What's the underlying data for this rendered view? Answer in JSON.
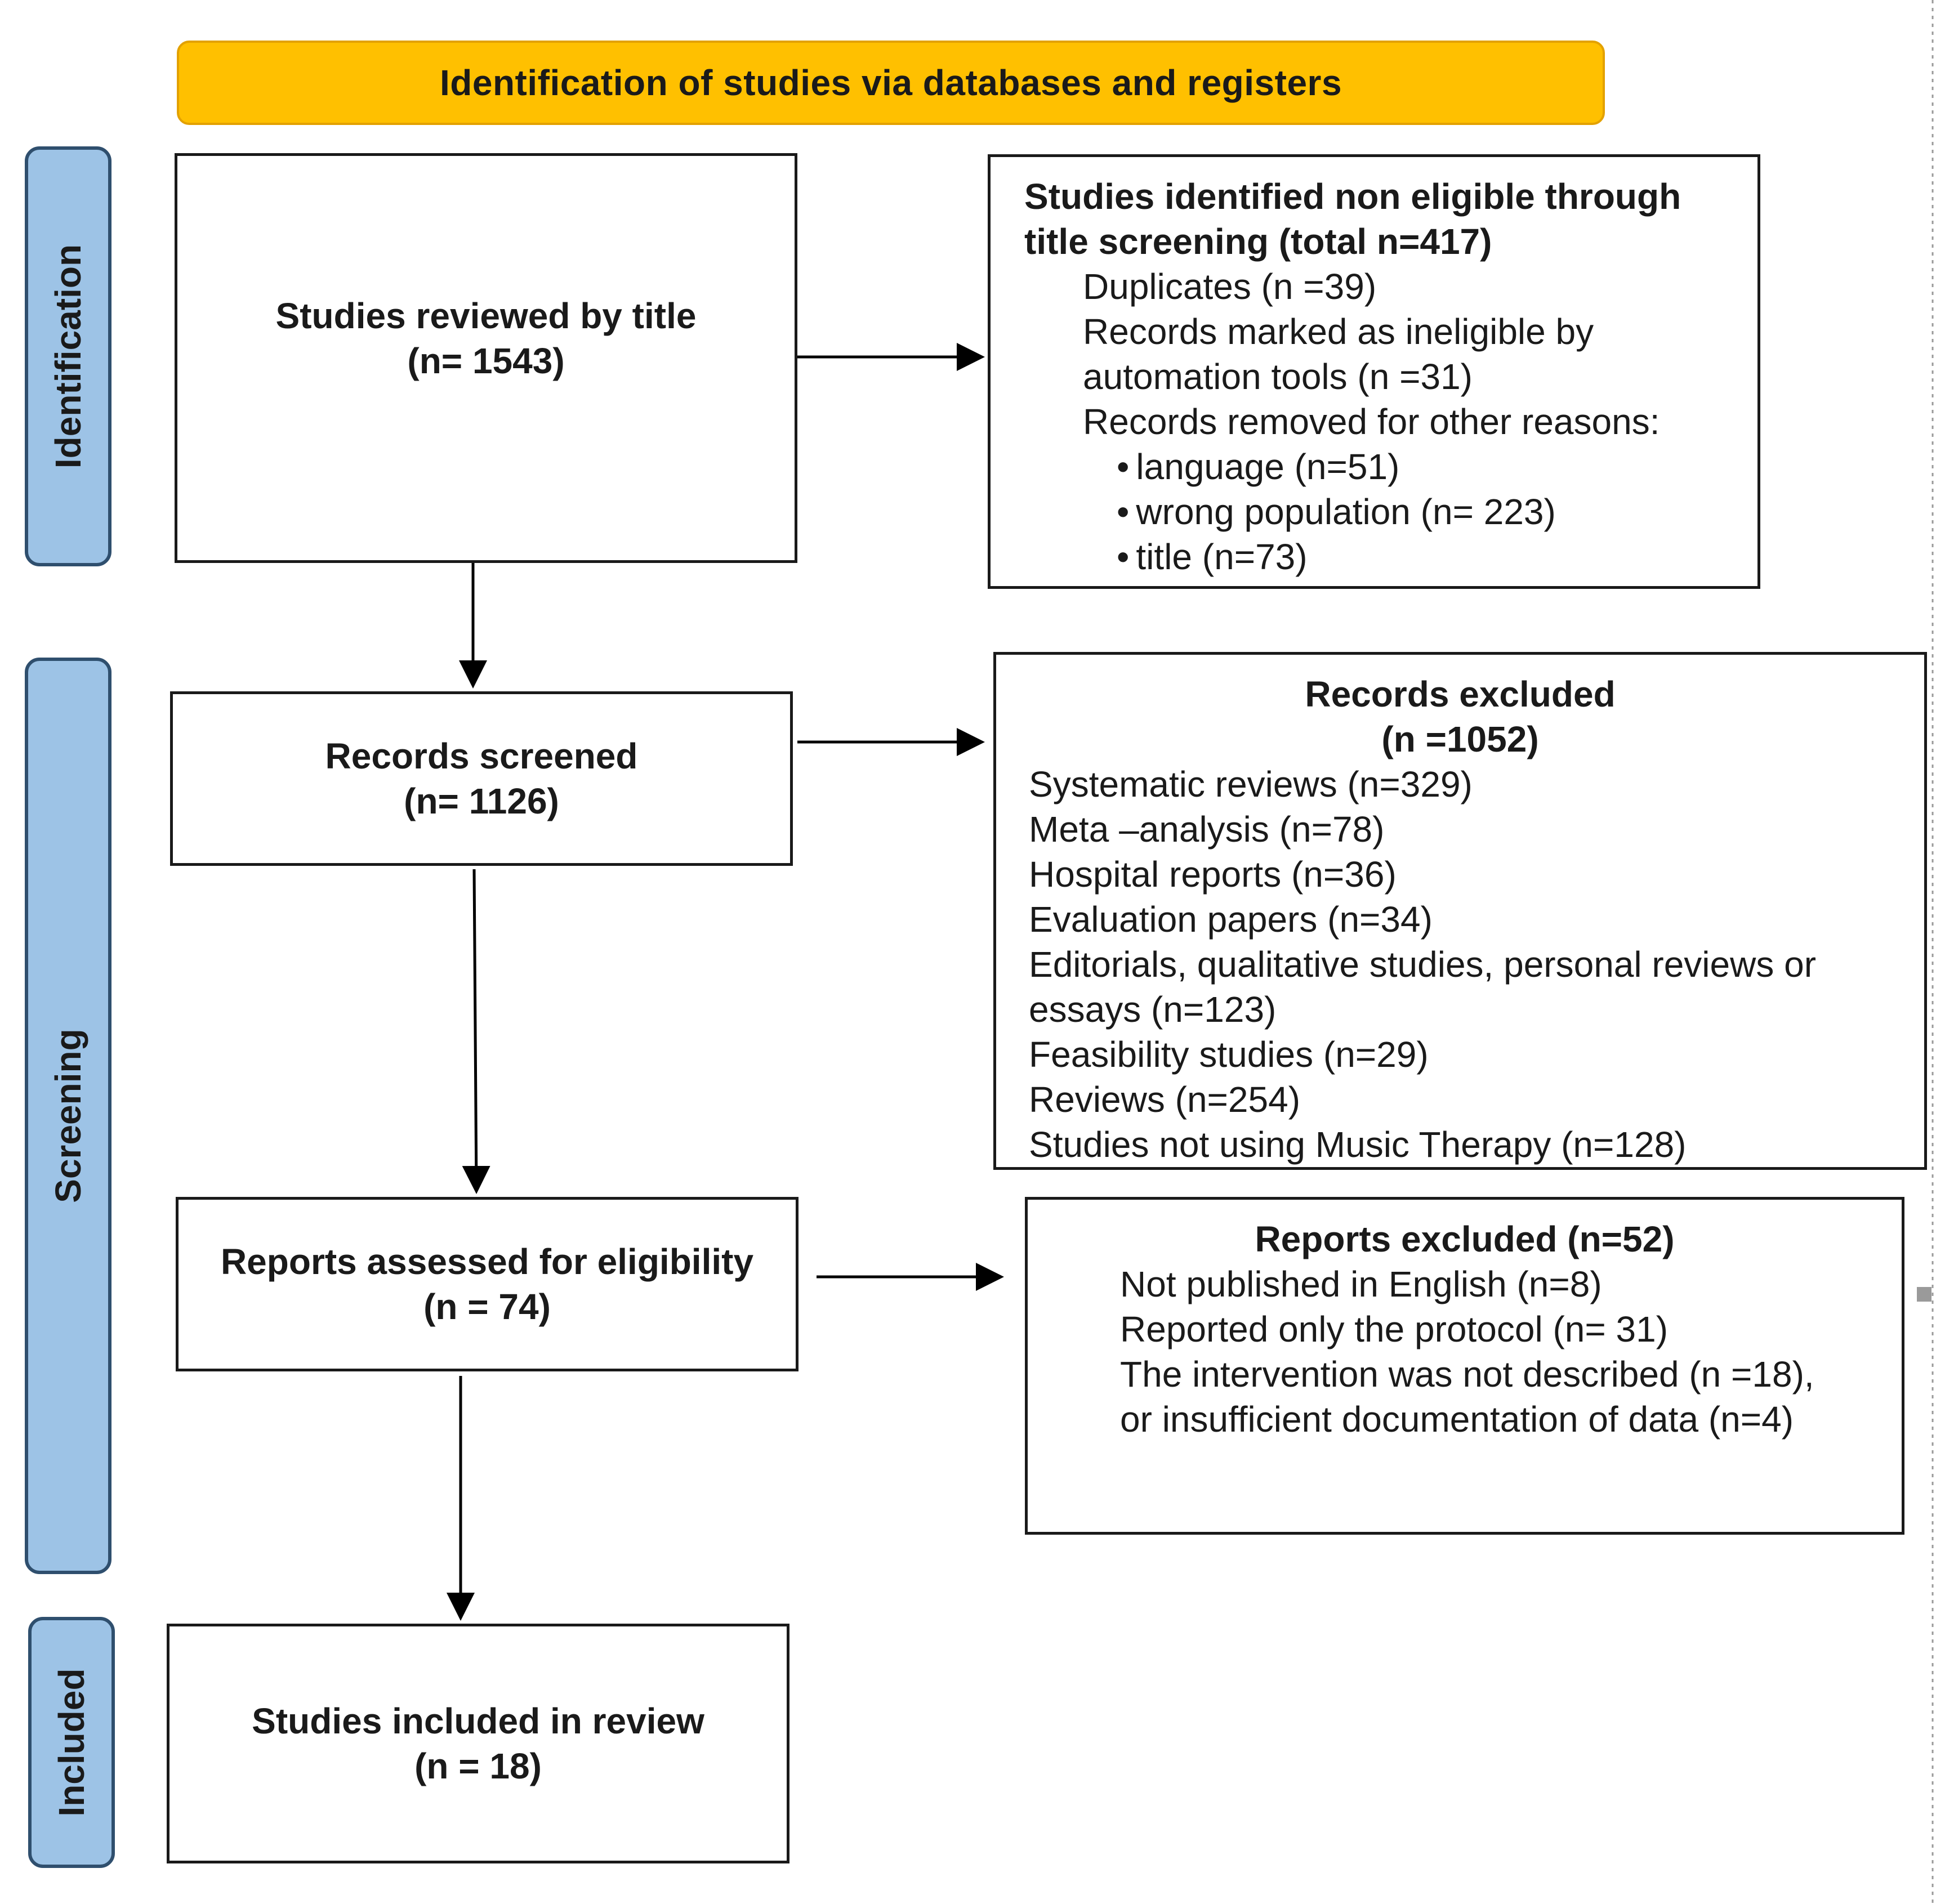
{
  "header": {
    "title": "Identification of studies via databases and registers"
  },
  "phases": {
    "identification": "Identification",
    "screening": "Screening",
    "included": "Included"
  },
  "flow": {
    "reviewed": {
      "label": "Studies reviewed by title",
      "count": "(n= 1543)"
    },
    "screened": {
      "label": "Records screened",
      "count": "(n= 1126)"
    },
    "assessed": {
      "label": "Reports assessed for eligibility",
      "count": "(n = 74)"
    },
    "included": {
      "label": "Studies included in review",
      "count": "(n = 18)"
    }
  },
  "title_exclusions": {
    "title_line1": "Studies identified non eligible through",
    "title_line2": "title screening (total n=417)",
    "items": [
      "Duplicates (n =39)",
      "Records marked as ineligible by",
      "automation tools (n =31)",
      "Records removed for other reasons:"
    ],
    "bullets": [
      "language (n=51)",
      "wrong population (n= 223)",
      "title (n=73)"
    ]
  },
  "records_excluded": {
    "title": "Records excluded",
    "count": "(n =1052)",
    "items": [
      "Systematic reviews (n=329)",
      "Meta –analysis (n=78)",
      "Hospital reports (n=36)",
      "Evaluation papers (n=34)",
      "Editorials, qualitative studies, personal reviews or",
      "essays (n=123)",
      "Feasibility studies (n=29)",
      "Reviews (n=254)",
      "Studies not using Music Therapy (n=128)"
    ]
  },
  "reports_excluded": {
    "title": "Reports excluded (n=52)",
    "items": [
      "Not published in English (n=8)",
      "Reported only the protocol (n= 31)",
      "The intervention was not described (n =18),",
      "or insufficient documentation of data (n=4)"
    ]
  }
}
